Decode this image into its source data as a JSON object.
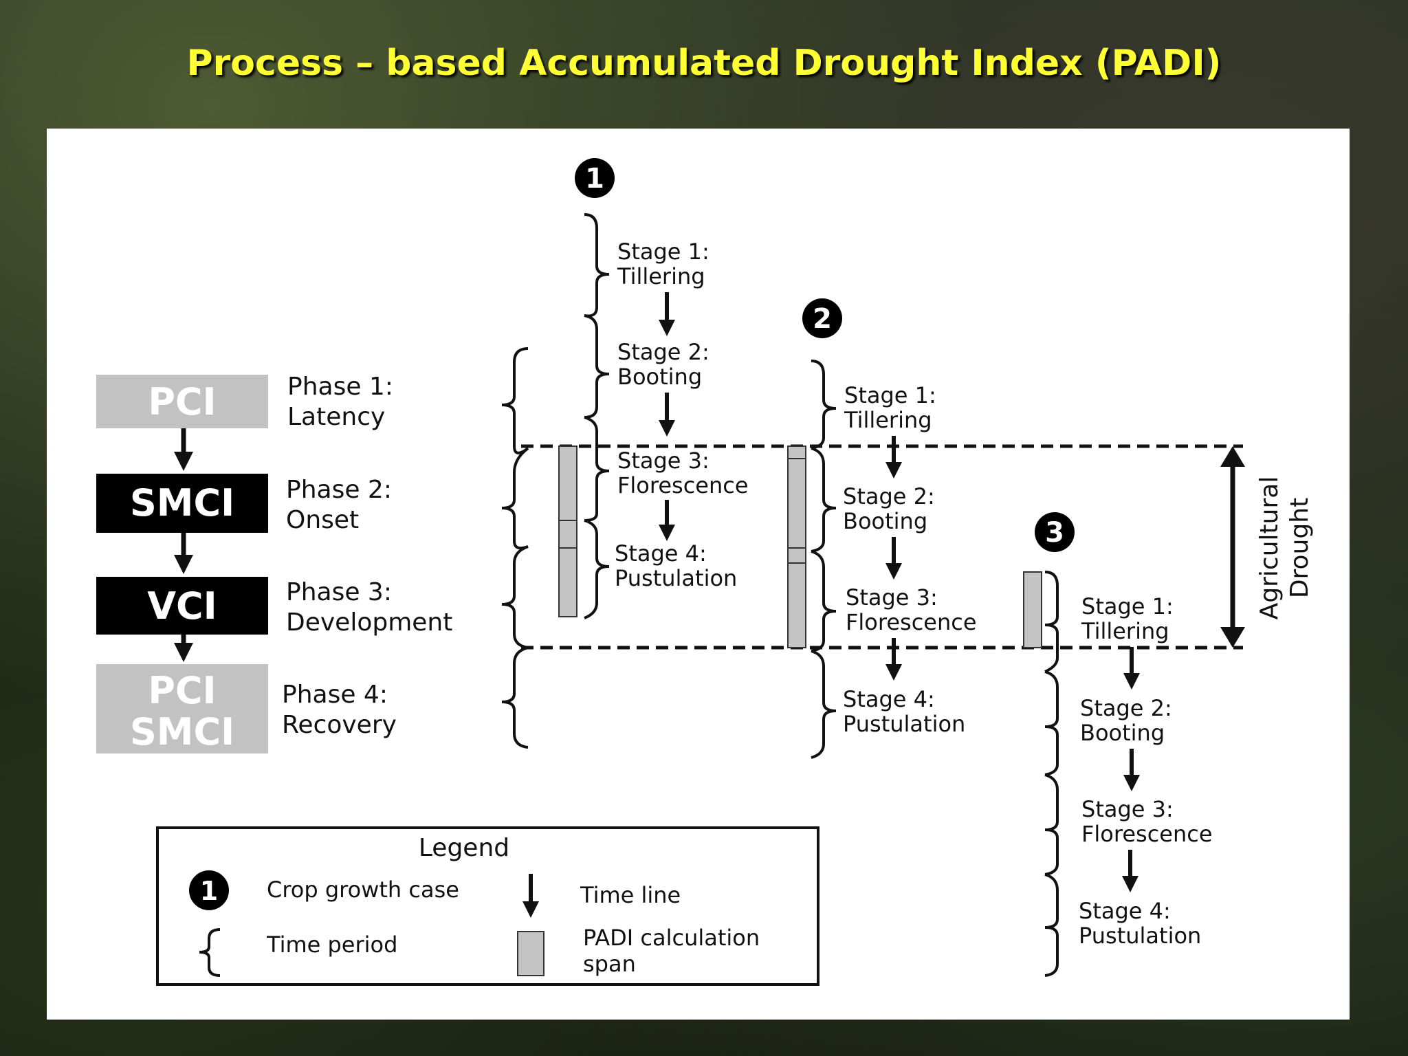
{
  "title": "Process – based Accumulated Drought Index (PADI)",
  "indices": [
    {
      "lines": [
        "PCI"
      ],
      "style": "gray"
    },
    {
      "lines": [
        "SMCI"
      ],
      "style": "black"
    },
    {
      "lines": [
        "VCI"
      ],
      "style": "black"
    },
    {
      "lines": [
        "PCI",
        "SMCI"
      ],
      "style": "gray"
    }
  ],
  "phases": [
    {
      "name": "Phase 1:",
      "desc": "Latency"
    },
    {
      "name": "Phase 2:",
      "desc": "Onset"
    },
    {
      "name": "Phase 3:",
      "desc": "Development"
    },
    {
      "name": "Phase 4:",
      "desc": "Recovery"
    }
  ],
  "cases": [
    {
      "number": "1",
      "stages": [
        {
          "name": "Stage 1:",
          "desc": "Tillering"
        },
        {
          "name": "Stage 2:",
          "desc": "Booting"
        },
        {
          "name": "Stage 3:",
          "desc": "Florescence"
        },
        {
          "name": "Stage 4:",
          "desc": "Pustulation"
        }
      ]
    },
    {
      "number": "2",
      "stages": [
        {
          "name": "Stage 1:",
          "desc": "Tillering"
        },
        {
          "name": "Stage 2:",
          "desc": "Booting"
        },
        {
          "name": "Stage 3:",
          "desc": "Florescence"
        },
        {
          "name": "Stage 4:",
          "desc": "Pustulation"
        }
      ]
    },
    {
      "number": "3",
      "stages": [
        {
          "name": "Stage 1:",
          "desc": "Tillering"
        },
        {
          "name": "Stage 2:",
          "desc": "Booting"
        },
        {
          "name": "Stage 3:",
          "desc": "Florescence"
        },
        {
          "name": "Stage 4:",
          "desc": "Pustulation"
        }
      ]
    }
  ],
  "agri_label": [
    "Agricultural",
    "Drought"
  ],
  "legend": {
    "title": "Legend",
    "case_marker": "1",
    "case_label": "Crop growth case",
    "timeline_label": "Time line",
    "period_label": "Time period",
    "span_label": [
      "PADI calculation",
      "span"
    ]
  },
  "colors": {
    "title": "#ffff33",
    "gray_box": "#c2c2c2",
    "black_box": "#000000",
    "span_bar": "#c4c4c4"
  }
}
